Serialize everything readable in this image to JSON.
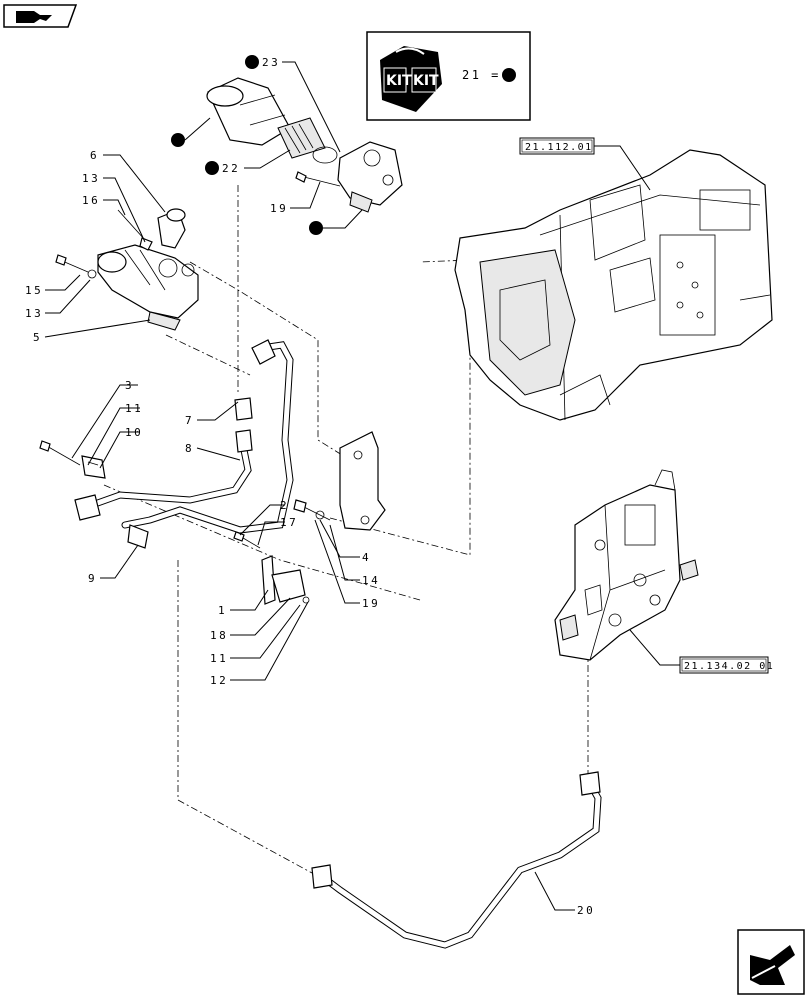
{
  "nav": {
    "top_left_icon": "book-arrow-icon",
    "bottom_right_icon": "next-arrow-icon"
  },
  "kit_box": {
    "kit_label_1": "KIT",
    "kit_label_2": "KIT",
    "formula": "21 ="
  },
  "callouts": [
    {
      "id": "c23",
      "text": "23"
    },
    {
      "id": "c22",
      "text": "22"
    },
    {
      "id": "c6",
      "text": "6"
    },
    {
      "id": "c13a",
      "text": "13"
    },
    {
      "id": "c16",
      "text": "16"
    },
    {
      "id": "c19a",
      "text": "19"
    },
    {
      "id": "c15",
      "text": "15"
    },
    {
      "id": "c13b",
      "text": "13"
    },
    {
      "id": "c5",
      "text": "5"
    },
    {
      "id": "c3",
      "text": "3"
    },
    {
      "id": "c11a",
      "text": "11"
    },
    {
      "id": "c10",
      "text": "10"
    },
    {
      "id": "c7",
      "text": "7"
    },
    {
      "id": "c8",
      "text": "8"
    },
    {
      "id": "c2",
      "text": "2"
    },
    {
      "id": "c17",
      "text": "17"
    },
    {
      "id": "c9",
      "text": "9"
    },
    {
      "id": "c4",
      "text": "4"
    },
    {
      "id": "c14",
      "text": "14"
    },
    {
      "id": "c19b",
      "text": "19"
    },
    {
      "id": "c1",
      "text": "1"
    },
    {
      "id": "c18",
      "text": "18"
    },
    {
      "id": "c11b",
      "text": "11"
    },
    {
      "id": "c12",
      "text": "12"
    },
    {
      "id": "c20",
      "text": "20"
    }
  ],
  "refs": {
    "transmission": "21.112.01",
    "valve_block": "21.134.02 01"
  }
}
